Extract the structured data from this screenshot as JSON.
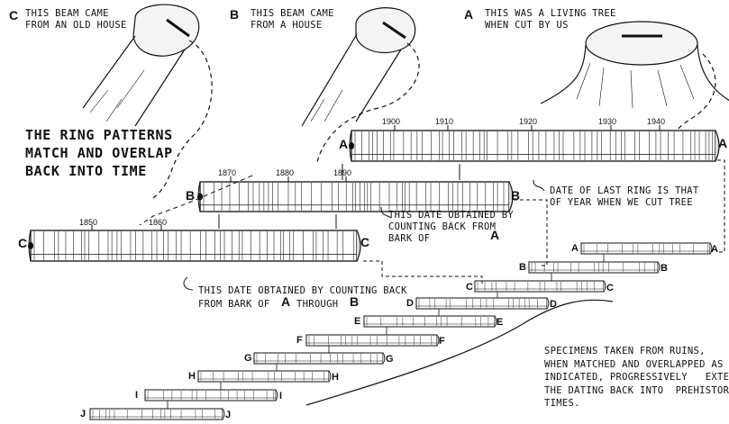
{
  "captions": {
    "c": "THIS BEAM CAME\nFROM AN OLD HOUSE",
    "b": "THIS BEAM CAME\nFROM A HOUSE",
    "a": "THIS WAS A LIVING TREE\nWHEN CUT BY US",
    "main": "THE RING PATTERNS\nMATCH AND OVERLAP\nBACK INTO TIME",
    "a_note": "DATE OF LAST RING IS THAT\nOF YEAR WHEN WE CUT TREE",
    "b_note": "THIS DATE OBTAINED BY\nCOUNTING BACK FROM\nBARK OF",
    "c_note_1": "THIS DATE OBTAINED BY COUNTING BACK",
    "c_note_2": "FROM BARK OF",
    "c_note_through": "THROUGH",
    "specimens": "SPECIMENS TAKEN FROM RUINS,\nWHEN MATCHED AND OVERLAPPED AS\nINDICATED, PROGRESSIVELY   EXTEND\nTHE DATING BACK INTO  PREHISTORIC\nTIMES."
  },
  "letters": {
    "a": "A",
    "b": "B",
    "c": "C",
    "d": "D",
    "e": "E",
    "f": "F",
    "g": "G",
    "h": "H",
    "i": "I",
    "j": "J"
  },
  "years": {
    "a": [
      "1900",
      "1910",
      "1920",
      "1930",
      "1940"
    ],
    "b": [
      "1870",
      "1880",
      "1890"
    ],
    "c": [
      "1850",
      "1860"
    ]
  },
  "small_specimens": [
    "A",
    "B",
    "C",
    "D",
    "E",
    "F",
    "G",
    "H",
    "I",
    "J"
  ]
}
